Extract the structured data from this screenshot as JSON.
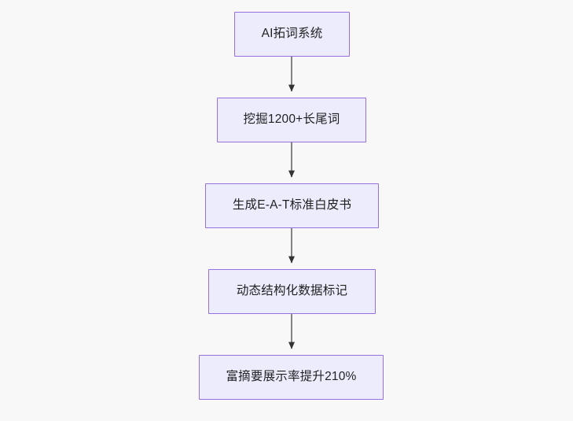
{
  "diagram": {
    "type": "flowchart",
    "direction": "top-to-bottom",
    "background_color": "#f8f8f8",
    "node_fill_color": "#ECECFD",
    "node_border_color": "#9670E0",
    "node_text_color": "#1f2020",
    "edge_color": "#707070",
    "arrowhead_color": "#333333",
    "nodes": [
      {
        "id": "n0",
        "label": "AI拓词系统"
      },
      {
        "id": "n1",
        "label": "挖掘1200+长尾词"
      },
      {
        "id": "n2",
        "label": "生成E-A-T标准白皮书"
      },
      {
        "id": "n3",
        "label": "动态结构化数据标记"
      },
      {
        "id": "n4",
        "label": "富摘要展示率提升210%"
      }
    ],
    "edges": [
      {
        "from": "n0",
        "to": "n1",
        "label": ""
      },
      {
        "from": "n1",
        "to": "n2",
        "label": ""
      },
      {
        "from": "n2",
        "to": "n3",
        "label": ""
      },
      {
        "from": "n3",
        "to": "n4",
        "label": ""
      }
    ]
  }
}
